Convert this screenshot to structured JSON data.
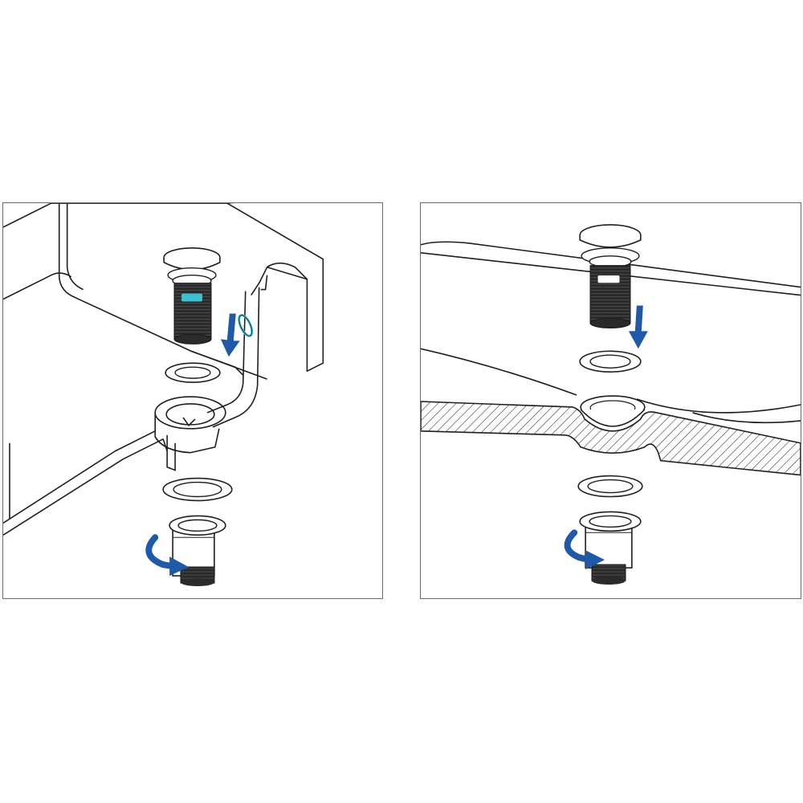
{
  "colors": {
    "background": "#ffffff",
    "line": "#1e1e1e",
    "thread_dark": "#2a2a2a",
    "arrow_blue": "#1f5aa8",
    "o_ring_cyan": "#3ec1cf",
    "hatch": "#3a3a3a"
  },
  "panels": [
    {
      "id": "overflow-basin",
      "parts": [
        "pop-up-plug",
        "threaded-body",
        "upper-washer",
        "basin-drain-hole",
        "overflow-channel",
        "lower-washer",
        "drain-nut"
      ],
      "arrows": [
        {
          "icon": "arrow-down-icon",
          "action": "insert"
        },
        {
          "icon": "rotate-arrow-icon",
          "action": "tighten"
        }
      ]
    },
    {
      "id": "countertop-basin",
      "parts": [
        "pop-up-plug",
        "threaded-body",
        "upper-washer",
        "basin-section",
        "lower-washer",
        "drain-nut"
      ],
      "arrows": [
        {
          "icon": "arrow-down-icon",
          "action": "insert"
        },
        {
          "icon": "rotate-arrow-icon",
          "action": "tighten"
        }
      ]
    }
  ]
}
